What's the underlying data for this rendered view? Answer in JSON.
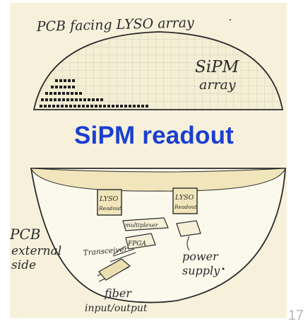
{
  "slide": {
    "headline": "SiPM readout",
    "page_number": "17"
  },
  "sketch": {
    "top_panel": {
      "title": "PCB facing LYSO array",
      "array_label_line1": "SiPM",
      "array_label_line2": "array"
    },
    "bottom_panel": {
      "side_label_line1": "PCB",
      "side_label_line2": "external",
      "side_label_line3": "side",
      "left_box_line1": "LYSO",
      "left_box_line2": "Readout",
      "right_box_line1": "LYSO",
      "right_box_line2": "Readout",
      "multiplexer": "multiplexer",
      "fpga": "FPGA",
      "transceiver": "Transceiver",
      "power_line1": "power",
      "power_line2": "supply",
      "fiber_line1": "fiber",
      "fiber_line2": "input/output"
    },
    "colors": {
      "paper": "#f7f1dc",
      "ink": "#2a2a2a",
      "headline": "#1a3fd0"
    }
  }
}
